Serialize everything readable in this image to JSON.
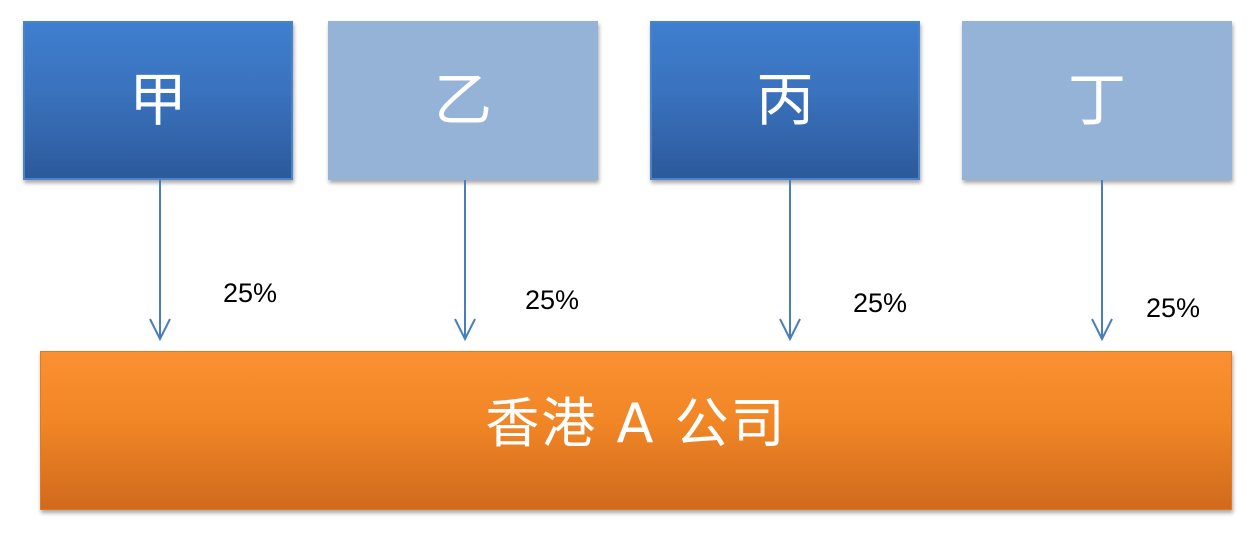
{
  "owners": [
    {
      "name": "甲",
      "share": "25%"
    },
    {
      "name": "乙",
      "share": "25%"
    },
    {
      "name": "丙",
      "share": "25%"
    },
    {
      "name": "丁",
      "share": "25%"
    }
  ],
  "company": {
    "name": "香港 A 公司"
  },
  "colors": {
    "owner_dark": "#3a72bd",
    "owner_light": "#95b3d7",
    "company": "#f18626",
    "arrow": "#4a7ebb"
  }
}
